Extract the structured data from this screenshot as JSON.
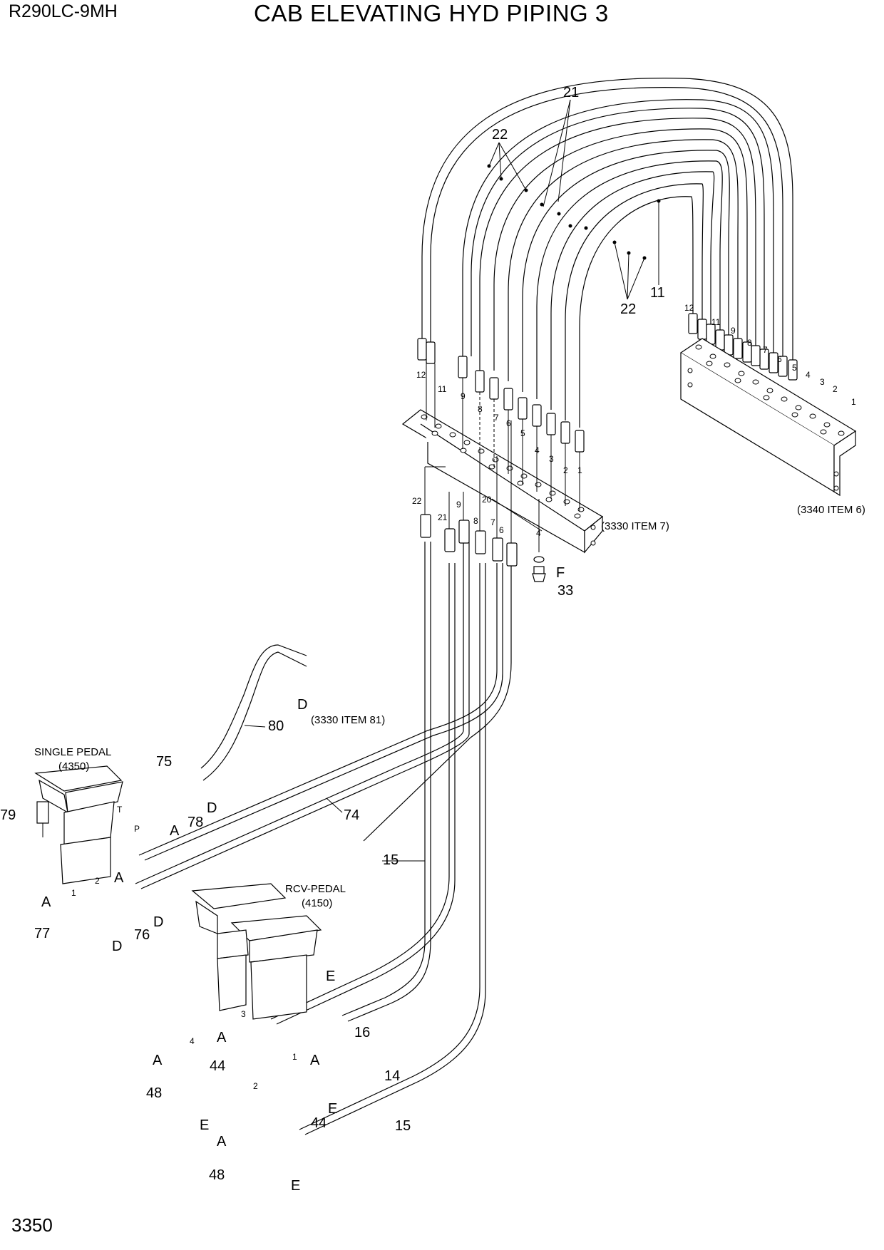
{
  "header": {
    "model": "R290LC-9MH",
    "title": "CAB ELEVATING HYD PIPING 3",
    "page_number": "3350"
  },
  "references": {
    "item_3330_7": "(3330 ITEM 7)",
    "item_3340_6": "(3340 ITEM 6)",
    "item_3330_81": "(3330 ITEM 81)"
  },
  "components": {
    "single_pedal": "SINGLE PEDAL",
    "single_pedal_ref": "(4350)",
    "rcv_pedal": "RCV-PEDAL",
    "rcv_pedal_ref": "(4150)"
  },
  "part_callouts": {
    "p21": "21",
    "p22a": "22",
    "p22b": "22",
    "p11": "11",
    "p33": "33",
    "pF": "F",
    "p80": "80",
    "pDa": "D",
    "p75": "75",
    "p78": "78",
    "pDb": "D",
    "p74": "74",
    "p79": "79",
    "pAa": "A",
    "p15a": "15",
    "pAb": "A",
    "pAc": "A",
    "p77": "77",
    "pDc": "D",
    "p76": "76",
    "pDd": "D",
    "pE1": "E",
    "p16": "16",
    "pAd": "A",
    "pAe": "A",
    "p44a": "44",
    "pAf": "A",
    "p14": "14",
    "p48a": "48",
    "pE2": "E",
    "p44b": "44",
    "pE3": "E",
    "p15b": "15",
    "pAg": "A",
    "p48b": "48",
    "pE4": "E"
  },
  "port_labels": {
    "left_block": [
      "12",
      "11",
      "9",
      "8",
      "7",
      "6",
      "5",
      "4",
      "3",
      "2",
      "1"
    ],
    "right_block": [
      "12",
      "11",
      "9",
      "8",
      "7",
      "6",
      "5",
      "4",
      "3",
      "2",
      "1"
    ],
    "lower_hoses": [
      "22",
      "21",
      "9",
      "20",
      "8",
      "7",
      "6",
      "4"
    ],
    "pedal_ports": [
      "T",
      "P",
      "1",
      "2",
      "3",
      "4",
      "1",
      "2"
    ]
  }
}
